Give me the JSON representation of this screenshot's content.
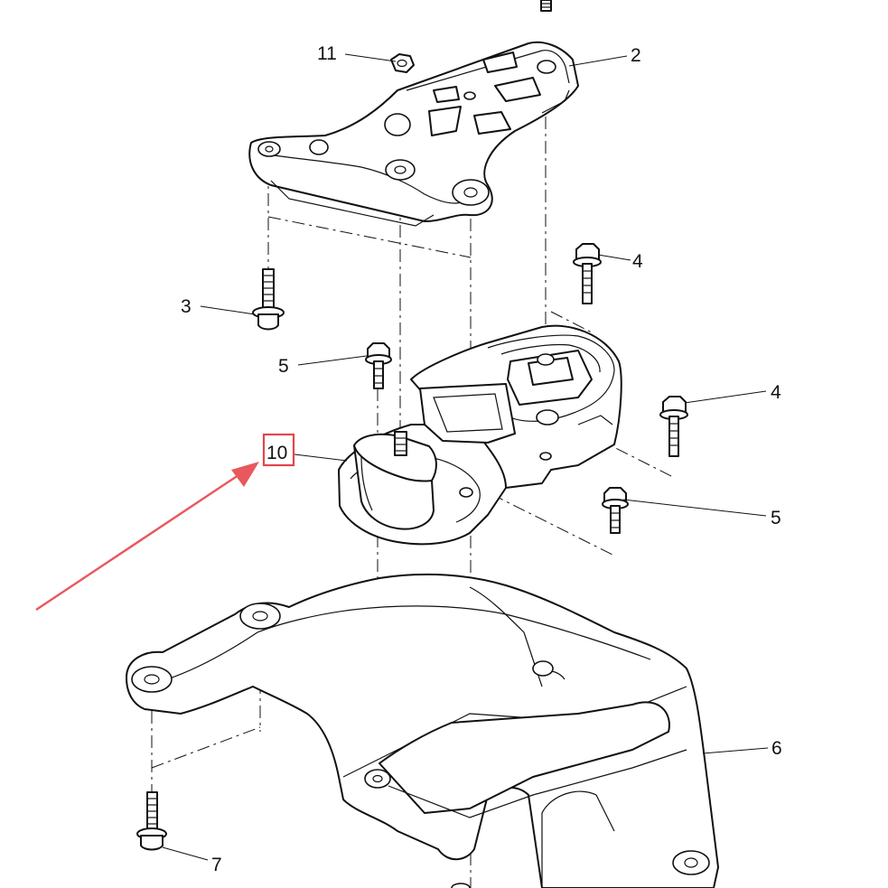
{
  "callouts": {
    "c11": "11",
    "c2": "2",
    "c3": "3",
    "c4a": "4",
    "c4b": "4",
    "c5a": "5",
    "c5b": "5",
    "c10": "10",
    "c6": "6",
    "c7": "7"
  },
  "colors": {
    "highlight": "#e0474c",
    "arrow": "#e8585c",
    "line": "#111111"
  }
}
